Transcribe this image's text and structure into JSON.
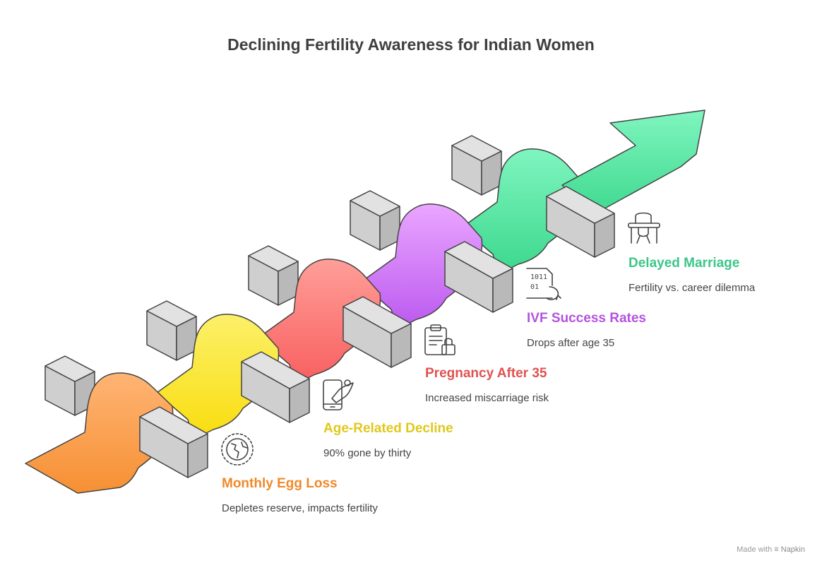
{
  "title": "Declining Fertility Awareness for Indian Women",
  "steps": [
    {
      "title": "Monthly Egg Loss",
      "description": "Depletes reserve, impacts fertility",
      "color": "#f0892a",
      "ribbon_light": "#ffb474",
      "ribbon_dark": "#f69033",
      "icon": "globe-icon"
    },
    {
      "title": "Age-Related Decline",
      "description": "90% gone by thirty",
      "color": "#e0c81c",
      "ribbon_light": "#fcf06a",
      "ribbon_dark": "#f9de12",
      "icon": "phone-rocket-icon"
    },
    {
      "title": "Pregnancy After 35",
      "description": "Increased miscarriage risk",
      "color": "#e05252",
      "ribbon_light": "#ff9e98",
      "ribbon_dark": "#f86262",
      "icon": "clipboard-lock-icon"
    },
    {
      "title": "IVF Success Rates",
      "description": "Drops after age 35",
      "color": "#b552e0",
      "ribbon_light": "#eaa6ff",
      "ribbon_dark": "#bd5cf0",
      "icon": "binary-document-refresh-icon"
    },
    {
      "title": "Delayed Marriage",
      "description": "Fertility vs. career dilemma",
      "color": "#3cc688",
      "ribbon_light": "#7ff5bf",
      "ribbon_dark": "#3fd98f",
      "icon": "desk-chair-icon"
    }
  ],
  "branding": {
    "prefix": "Made with",
    "name": "Napkin"
  }
}
